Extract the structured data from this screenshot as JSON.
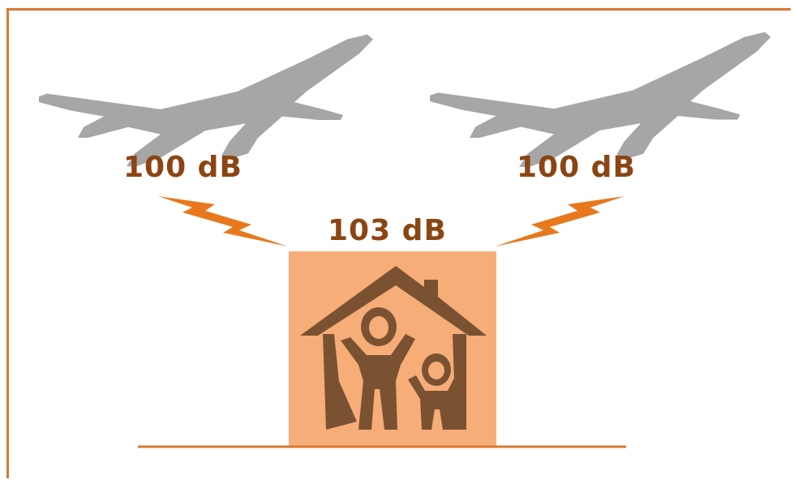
{
  "labels": {
    "left_plane": "100 dB",
    "right_plane": "100 dB",
    "house": "103 dB"
  },
  "colors": {
    "frame": "#D9782E",
    "airplane": "#A6A6A6",
    "lightning": "#E8781E",
    "house_bg": "#F7AD78",
    "house_icon": "#7A5232",
    "ground": "#D9782E",
    "label_text": "#8B4513"
  },
  "icons": [
    "airplane-left-icon",
    "airplane-right-icon",
    "lightning-left-icon",
    "lightning-right-icon",
    "house-family-icon"
  ]
}
